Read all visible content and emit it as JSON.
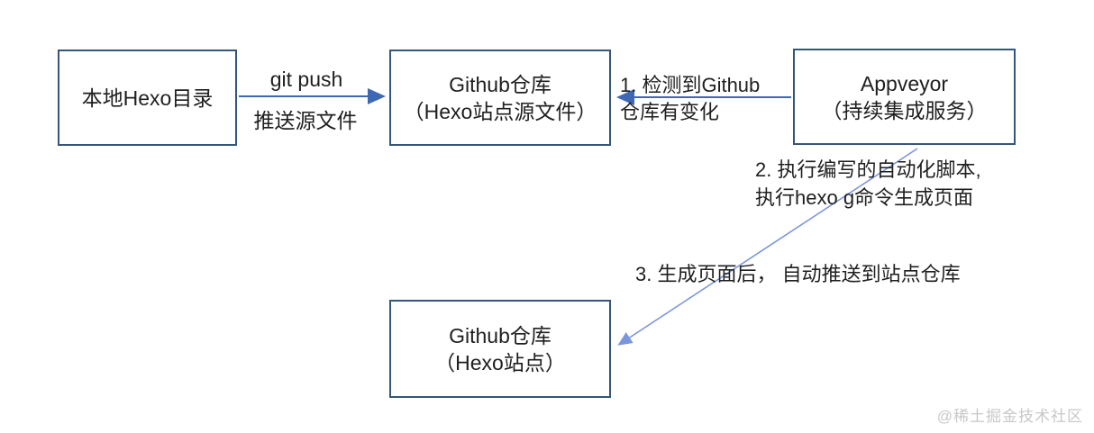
{
  "diagram": {
    "title_implied": "Hexo + Appveyor 持续集成部署流程",
    "colors": {
      "background": "#ffffff",
      "box_border": "#35567a",
      "box_fill": "#ffffff",
      "arrow_primary": "#3e68b4",
      "arrow_secondary": "#7b96db",
      "text": "#1f1f1f",
      "watermark": "#c8c8c8"
    },
    "boxes": [
      {
        "id": "local-hexo",
        "lines": [
          "本地Hexo目录",
          ""
        ]
      },
      {
        "id": "github-source",
        "lines": [
          "Github仓库",
          "（Hexo站点源文件）"
        ]
      },
      {
        "id": "appveyor",
        "lines": [
          "Appveyor",
          "（持续集成服务）"
        ]
      },
      {
        "id": "github-site",
        "lines": [
          "Github仓库",
          "（Hexo站点）"
        ]
      }
    ],
    "labels": {
      "git_push_line1": "git push",
      "git_push_line2": "推送源文件",
      "step1_line1": "1. 检测到Github",
      "step1_line2": "仓库有变化",
      "step2_line1": "2. 执行编写的自动化脚本,",
      "step2_line2": "执行hexo g命令生成页面",
      "step3": "3. 生成页面后， 自动推送到站点仓库"
    },
    "arrows": [
      {
        "id": "git-push-arrow",
        "from": "local-hexo",
        "to": "github-source",
        "style": "solid-blue"
      },
      {
        "id": "detect-change-arrow",
        "from": "appveyor",
        "to": "github-source",
        "style": "solid-blue"
      },
      {
        "id": "deploy-arrow",
        "from": "appveyor",
        "to": "github-site",
        "style": "light-blue-diagonal"
      }
    ],
    "watermark": "@稀土掘金技术社区"
  }
}
